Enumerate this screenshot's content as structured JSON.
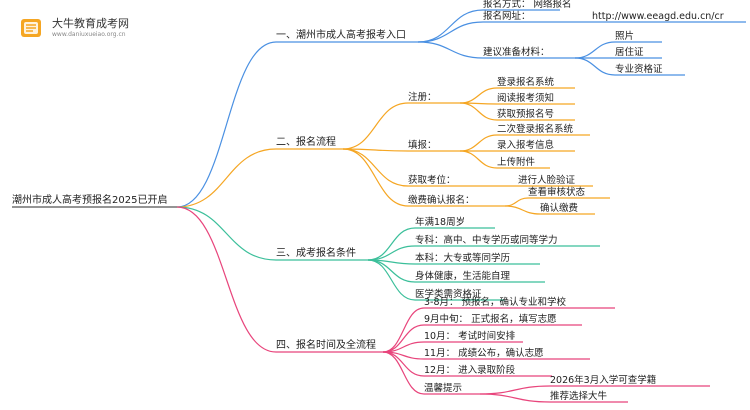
{
  "logo": {
    "title": "大牛教育成考网",
    "subtitle": "www.daniuxueiao.org.cn"
  },
  "root": "潮州市成人高考预报名2025已开启",
  "colors": {
    "blue": "#4a90e2",
    "orange": "#f5a623",
    "green": "#3bbf9a",
    "pink": "#e8457c",
    "text": "#222222"
  },
  "branches": [
    {
      "label": "一、潮州市成人高考报考入口",
      "children": [
        {
          "label": "报名方式：  网络报名"
        },
        {
          "label": "报名网址：",
          "value": "http://www.eeagd.edu.cn/cr"
        },
        {
          "label": "建议准备材料：",
          "children": [
            "照片",
            "居住证",
            "专业资格证"
          ]
        }
      ]
    },
    {
      "label": "二、报名流程",
      "children": [
        {
          "label": "注册：",
          "children": [
            "登录报名系统",
            "阅读报考须知",
            "获取预报名号"
          ]
        },
        {
          "label": "填报：",
          "children": [
            "二次登录报名系统",
            "录入报考信息",
            "上传附件"
          ]
        },
        {
          "label": "获取考位：",
          "children": [
            "进行人脸验证"
          ]
        },
        {
          "label": "缴费确认报名：",
          "children": [
            "查看审核状态",
            "确认缴费"
          ]
        }
      ]
    },
    {
      "label": "三、成考报名条件",
      "children": [
        {
          "label": "年满18周岁"
        },
        {
          "label": "专科：高中、中专学历或同等学力"
        },
        {
          "label": "本科：大专或等同学历"
        },
        {
          "label": "身体健康，生活能自理"
        },
        {
          "label": "医学类需资格证"
        }
      ]
    },
    {
      "label": "四、报名时间及全流程",
      "children": [
        {
          "label": "3-8月：  预报名，确认专业和学校"
        },
        {
          "label": "9月中旬：  正式报名，填写志愿"
        },
        {
          "label": "10月：  考试时间安排"
        },
        {
          "label": "11月：  成绩公布，确认志愿"
        },
        {
          "label": "12月：  进入录取阶段"
        },
        {
          "label": "温馨提示",
          "children": [
            "2026年3月入学可查学籍",
            "推荐选择大牛"
          ]
        }
      ]
    }
  ]
}
